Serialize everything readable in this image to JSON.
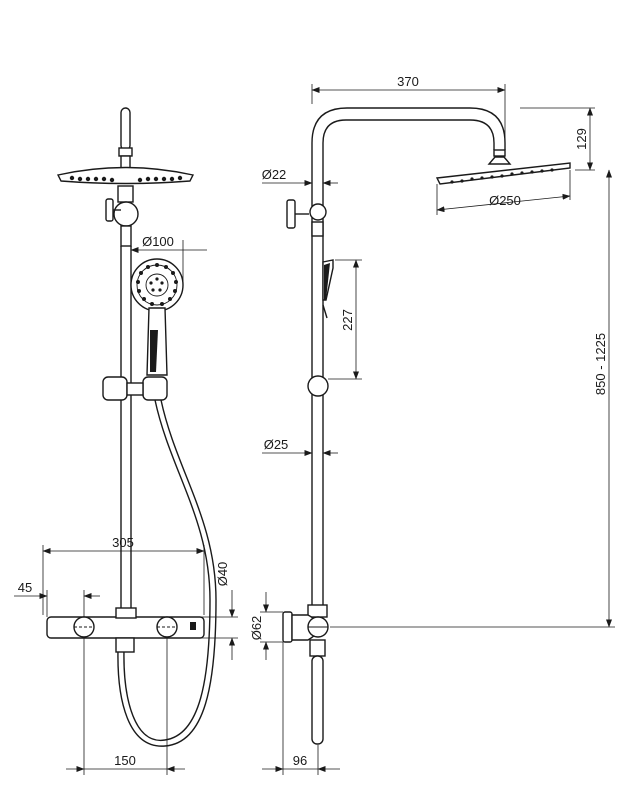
{
  "dimensions": {
    "d370": "370",
    "d129": "129",
    "d22": "Ø22",
    "d250": "Ø250",
    "d100": "Ø100",
    "d227": "227",
    "d850": "850 - 1225",
    "d25": "Ø25",
    "d305": "305",
    "d40": "Ø40",
    "d45": "45",
    "d62": "Ø62",
    "d150": "150",
    "d96": "96"
  }
}
